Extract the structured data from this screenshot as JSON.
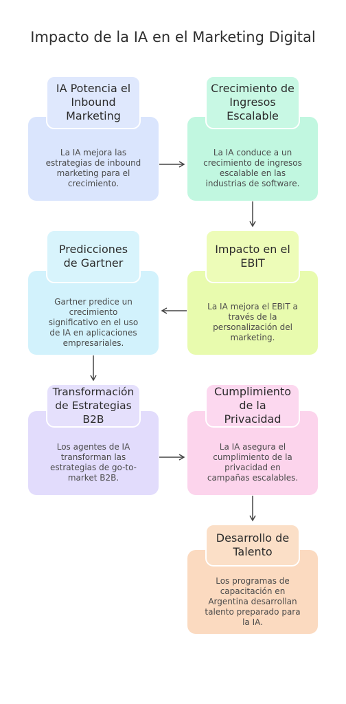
{
  "title": "Impacto de la IA en el Marketing Digital",
  "colors": {
    "blue_header": "#dfe8fd",
    "blue_body": "#dae5fd",
    "mint_header": "#c8f8e4",
    "mint_body": "#c1f7e0",
    "lime_header": "#edfcb8",
    "lime_body": "#e8fbae",
    "cyan_header": "#d8f4fc",
    "cyan_body": "#d2f2fc",
    "lavender_header": "#e5e0fc",
    "lavender_body": "#e2dcfc",
    "pink_header": "#fcd8ef",
    "pink_body": "#fcd4ec",
    "peach_header": "#fbdfc7",
    "peach_body": "#fbdac0",
    "arrow": "#444444"
  },
  "steps": [
    {
      "title": "IA Potencia el Inbound Marketing",
      "text": "La IA mejora las estrategias de inbound marketing para el crecimiento."
    },
    {
      "title": "Crecimiento de Ingresos Escalable",
      "text": "La IA conduce a un crecimiento de ingresos escalable en las industrias de software."
    },
    {
      "title": "Impacto en el EBIT",
      "text": "La IA mejora el EBIT a través de la personalización del marketing."
    },
    {
      "title": "Predicciones de Gartner",
      "text": "Gartner predice un crecimiento significativo en el uso de IA en aplicaciones empresariales."
    },
    {
      "title": "Transformación de Estrategias B2B",
      "text": "Los agentes de IA transforman las estrategias de go-to-market B2B."
    },
    {
      "title": "Cumplimiento de la Privacidad",
      "text": "La IA asegura el cumplimiento de la privacidad en campañas escalables."
    },
    {
      "title": "Desarrollo de Talento",
      "text": "Los programas de capacitación en Argentina desarrollan talento preparado para la IA."
    }
  ]
}
